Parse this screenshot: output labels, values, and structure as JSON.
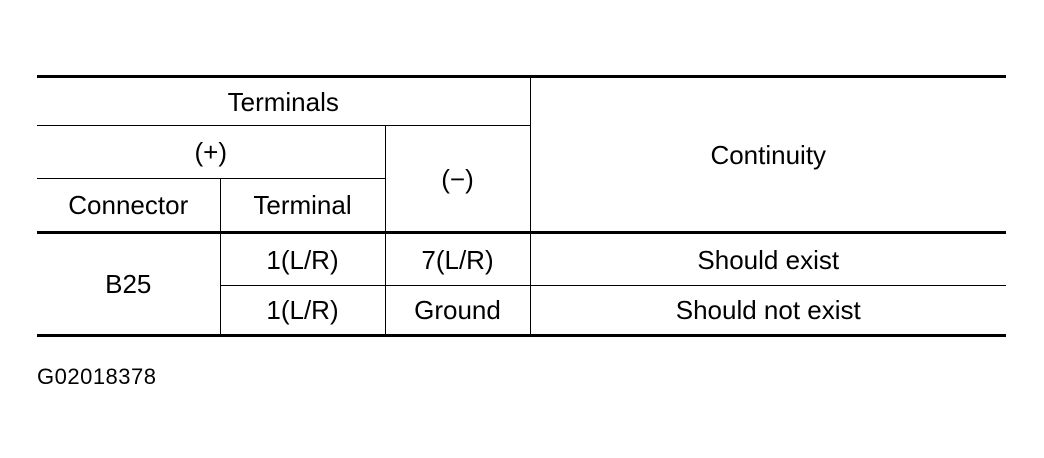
{
  "table": {
    "header": {
      "terminals": "Terminals",
      "plus": "(+)",
      "minus": "(−)",
      "continuity": "Continuity",
      "connector": "Connector",
      "terminal": "Terminal"
    },
    "rows": [
      {
        "connector": "B25",
        "terminal": "1(L/R)",
        "minus": "7(L/R)",
        "continuity": "Should exist"
      },
      {
        "terminal": "1(L/R)",
        "minus": "Ground",
        "continuity": "Should not exist"
      }
    ]
  },
  "figure_code": "G02018378"
}
